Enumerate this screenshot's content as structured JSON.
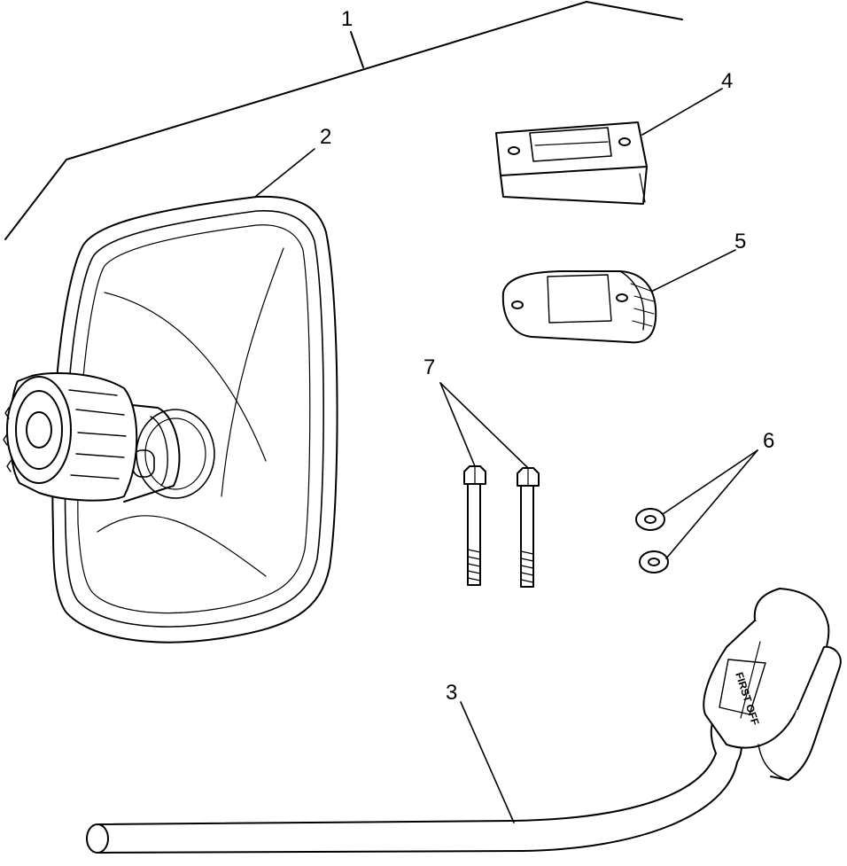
{
  "diagram": {
    "type": "exploded-parts-view",
    "callouts": [
      "1",
      "2",
      "3",
      "4",
      "5",
      "6",
      "7"
    ],
    "arm_decal": "FIRST OFF"
  }
}
